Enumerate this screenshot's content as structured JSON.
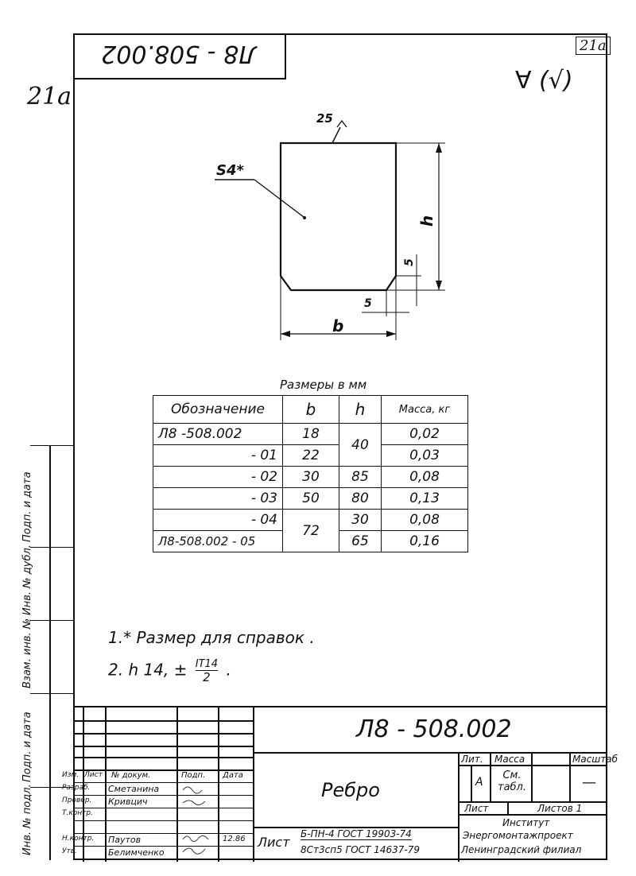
{
  "document": {
    "top_stamp": "Л8 - 508.002",
    "sheet_mark_left": "21а",
    "sheet_mark_right": "21а",
    "roughness_mark": "∀ (√)"
  },
  "drawing": {
    "roughness_callout": "25",
    "thickness_callout": "S4*",
    "dim_h": "h",
    "dim_b": "b",
    "chamfer_vertical": "5",
    "chamfer_horizontal": "5"
  },
  "table": {
    "caption": "Размеры в мм",
    "headers": [
      "Обозначение",
      "b",
      "h",
      "Масса, кг"
    ],
    "rows": [
      {
        "designation": "Л8 -508.002",
        "b": "18",
        "h": "40",
        "mass": "0,02"
      },
      {
        "designation": "- 01",
        "b": "22",
        "h": "",
        "mass": "0,03"
      },
      {
        "designation": "- 02",
        "b": "30",
        "h": "85",
        "mass": "0,08"
      },
      {
        "designation": "- 03",
        "b": "50",
        "h": "80",
        "mass": "0,13"
      },
      {
        "designation": "- 04",
        "b": "72",
        "h": "30",
        "mass": "0,08"
      },
      {
        "designation": "Л8-508.002 - 05",
        "b": "",
        "h": "65",
        "mass": "0,16"
      }
    ]
  },
  "notes": {
    "note1": "1.* Размер для справок .",
    "note2_prefix": "2.  h 14,  ±",
    "note2_num": "IT14",
    "note2_den": "2",
    "note2_suffix": "."
  },
  "side_strip": {
    "labels": [
      "Подп. и дата",
      "Инв. № дубл.",
      "Взам. инв. №",
      "Подп. и дата",
      "Инв. № подл."
    ]
  },
  "title_block": {
    "designation": "Л8 - 508.002",
    "part_name": "Ребро",
    "col_headers": [
      "Изм.",
      "Лист",
      "№ докум.",
      "Подп.",
      "Дата"
    ],
    "roles": [
      "Разраб.",
      "Провер.",
      "Т.контр.",
      "Н.контр.",
      "Утв."
    ],
    "names": [
      "Сметанина",
      "Кривцич",
      "",
      "Паутов",
      "Белимченко"
    ],
    "date_entry": "12.86",
    "lit_label": "Лит.",
    "mass_label": "Масса",
    "scale_label": "Масштаб",
    "lit_value": "А",
    "mass_value": "См. табл.",
    "scale_value": "—",
    "sheet_label": "Лист",
    "sheets_label": "Листов 1",
    "material_prefix": "Лист",
    "material_top": "Б-ПН-4  ГОСТ 19903-74",
    "material_bottom": "8Ст3сп5 ГОСТ 14637-79",
    "org_line1": "Институт",
    "org_line2": "Энергомонтажпроект",
    "org_line3": "Ленинградский филиал"
  }
}
